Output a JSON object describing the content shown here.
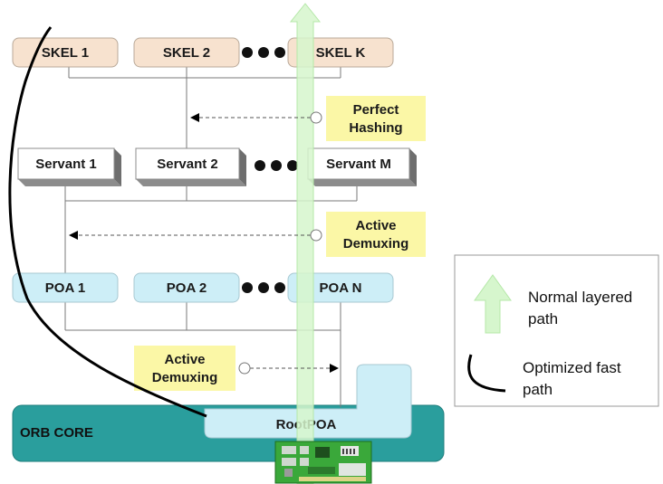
{
  "colors": {
    "skel_fill": "#f7e2cf",
    "poa_fill": "#cdeef7",
    "note_fill": "#fbf7a6",
    "orb_fill": "#2a9e9d",
    "arrow_fill": "#d6f6cd",
    "fast_path": "#000000"
  },
  "skeletons": [
    "SKEL 1",
    "SKEL 2",
    "SKEL K"
  ],
  "servants": [
    "Servant 1",
    "Servant 2",
    "Servant M"
  ],
  "poas": [
    "POA 1",
    "POA 2",
    "POA N"
  ],
  "notes": {
    "perfect_hashing": [
      "Perfect",
      "Hashing"
    ],
    "active_demuxing_servant": [
      "Active",
      "Demuxing"
    ],
    "active_demuxing_poa": [
      "Active",
      "Demuxing"
    ]
  },
  "orb": {
    "core_label": "ORB CORE",
    "root_poa_label": "RootPOA"
  },
  "legend": {
    "normal_path": [
      "Normal layered",
      "path"
    ],
    "fast_path": [
      "Optimized fast",
      "path"
    ],
    "normal_icon": "up-arrow-icon",
    "fast_icon": "curve-icon"
  }
}
